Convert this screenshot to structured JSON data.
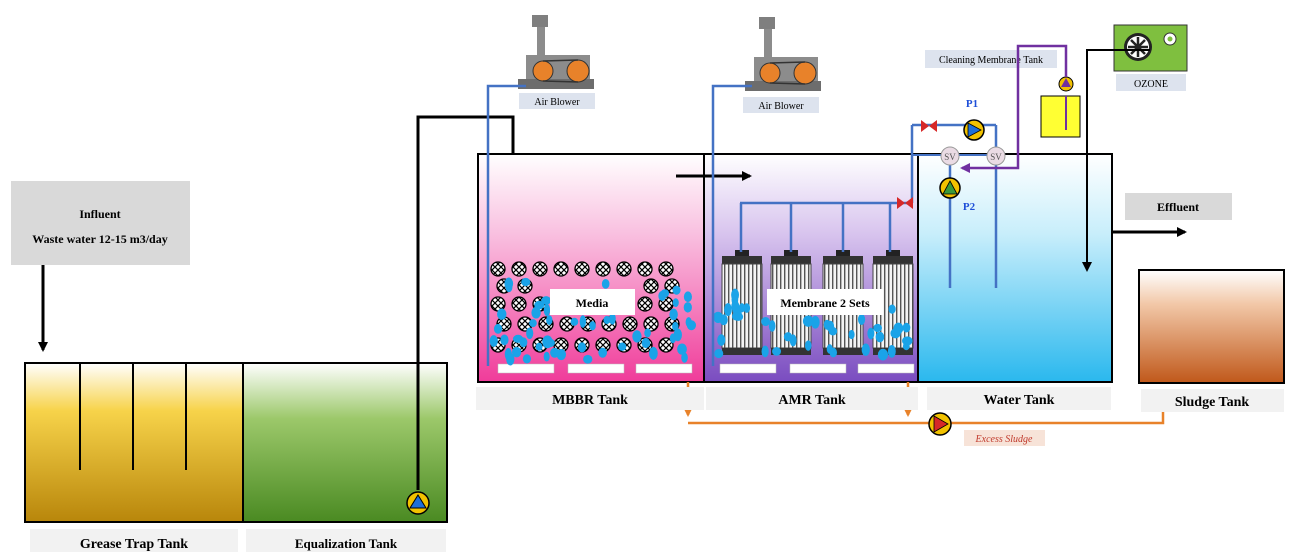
{
  "influent": {
    "title": "Influent",
    "flow": "Waste water 12-15 m3/day"
  },
  "blowers": [
    {
      "label": "Air Blower"
    },
    {
      "label": "Air Blower"
    }
  ],
  "cleaning_tank": {
    "label": "Cleaning Membrane Tank"
  },
  "ozone": {
    "label": "OZONE"
  },
  "pumps": {
    "p1": "P1",
    "p2": "P2"
  },
  "valves": {
    "sv": "SV"
  },
  "media_label": "Media",
  "membrane_label": "Membrane 2 Sets",
  "effluent": {
    "label": "Effluent"
  },
  "excess_sludge": {
    "label": "Excess Sludge"
  },
  "tanks": {
    "grease_trap": "Grease Trap Tank",
    "equalization": "Equalization  Tank",
    "mbbr": "MBBR Tank",
    "amr": "AMR Tank",
    "water": "Water Tank",
    "sludge": "Sludge Tank"
  },
  "colors": {
    "air_line": "#4472c4",
    "sludge_line": "#e8822a",
    "cleaning_line": "#7030a0",
    "pump_fill": "#f2c200",
    "pump_triangle": "#1e6fd8",
    "valve": "#d62828",
    "bubble": "#1aa3e8",
    "grease": "#c89a10",
    "equalization": "#5a9a2a",
    "mbbr": "#f06ab0",
    "amr": "#8a5fc8",
    "water": "#35c2f0",
    "sludge": "#c8601c",
    "ozone_box": "#7fbf3f",
    "label_box": "#d9d9d9"
  }
}
